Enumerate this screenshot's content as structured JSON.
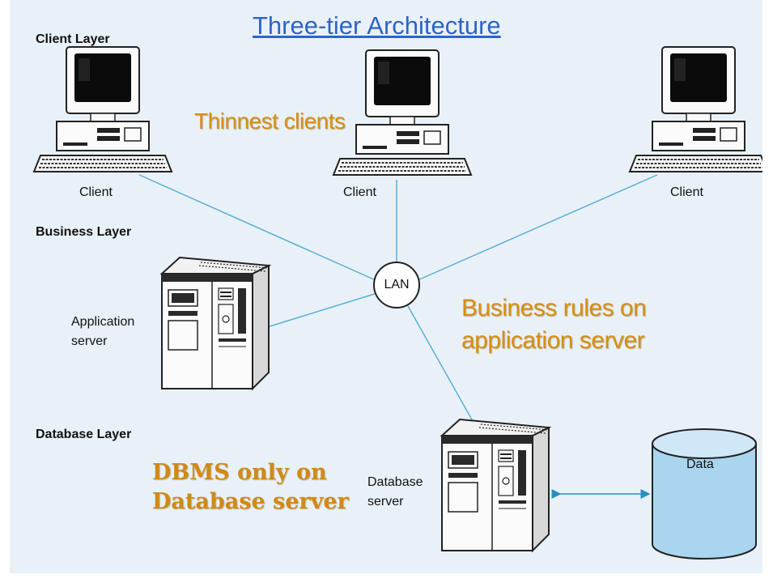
{
  "title": "Three-tier Architecture",
  "layers": {
    "client": "Client Layer",
    "business": "Business Layer",
    "database": "Database Layer"
  },
  "nodes": {
    "client_left": "Client",
    "client_middle": "Client",
    "client_right": "Client",
    "lan": "LAN",
    "app_server_line1": "Application",
    "app_server_line2": "server",
    "db_server_line1": "Database",
    "db_server_line2": "server",
    "data": "Data"
  },
  "notes": {
    "thinnest_clients": "Thinnest clients",
    "business_rules_line1": "Business rules on",
    "business_rules_line2": "application server",
    "dbms_line1": "DBMS only on",
    "dbms_line2": "Database server"
  },
  "colors": {
    "background": "#e9f1f8",
    "title": "#2e64c8",
    "connector": "#5aaed6",
    "note": "#d98e12"
  }
}
